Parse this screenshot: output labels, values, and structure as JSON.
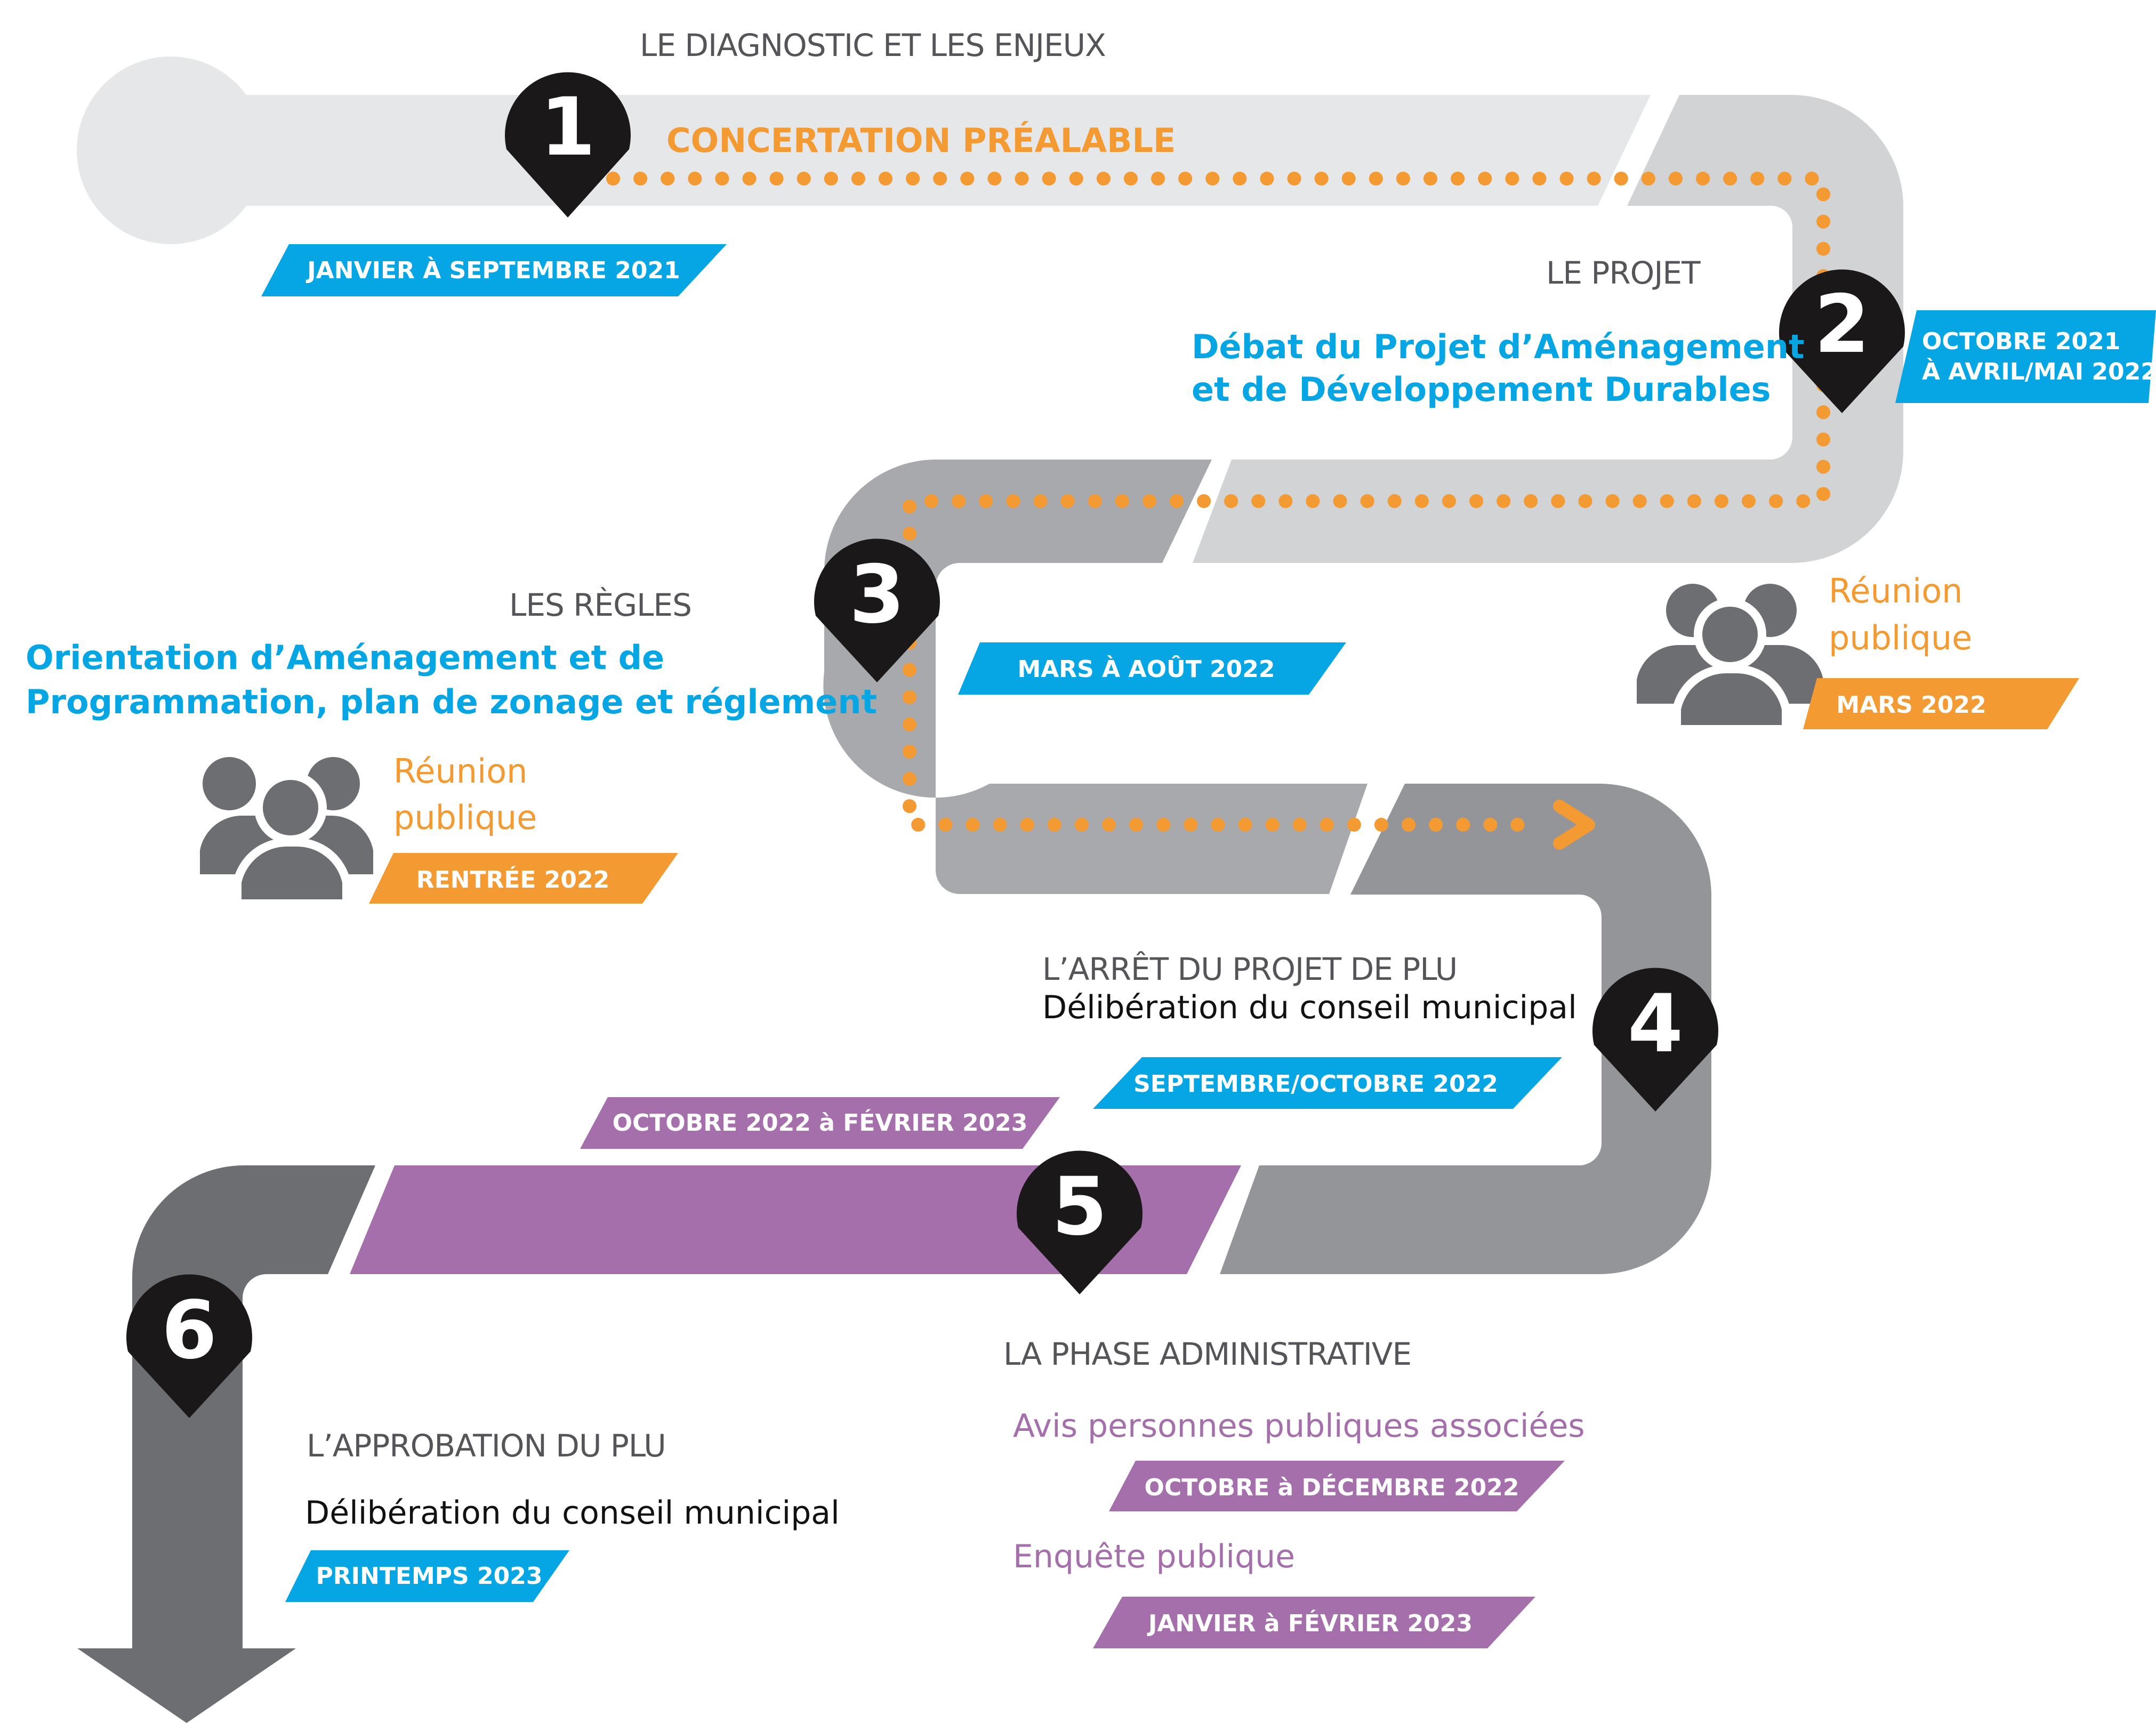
{
  "colors": {
    "road_light": "#e6e7e9",
    "road_mid": "#d2d3d5",
    "road_gray": "#a7a9ac",
    "road_dark": "#939598",
    "road_darkest": "#6d6e71",
    "purple": "#a46fab",
    "orange": "#f39a32",
    "blue": "#06a6e4",
    "pin": "#1a1818"
  },
  "steps": [
    {
      "number": "1",
      "heading": "LE DIAGNOSTIC ET LES ENJEUX",
      "subtitle": "CONCERTATION PRÉALABLE",
      "badge": "JANVIER À SEPTEMBRE 2021"
    },
    {
      "number": "2",
      "heading": "LE PROJET",
      "subtitle_line1": "Débat  du Projet d’Aménagement",
      "subtitle_line2": "et de Développement Durables",
      "badge_line1": "OCTOBRE 2021",
      "badge_line2": "À AVRIL/MAI 2022"
    },
    {
      "number": "3",
      "heading": "LES RÈGLES",
      "subtitle_line1": "Orientation d’Aménagement et de",
      "subtitle_line2": "Programmation, plan de zonage et réglement",
      "badge": "MARS À AOÛT 2022"
    },
    {
      "number": "4",
      "heading": "L’ARRÊT DU PROJET DE PLU",
      "subtitle": "Délibération  du conseil municipal",
      "badge": "SEPTEMBRE/OCTOBRE 2022"
    },
    {
      "number": "5",
      "heading": "LA PHASE ADMINISTRATIVE",
      "badge": "OCTOBRE 2022 à  FÉVRIER 2023",
      "item1": "Avis personnes publiques associées",
      "item1_badge": "OCTOBRE  à  DÉCEMBRE 2022",
      "item2": "Enquête publique",
      "item2_badge": "JANVIER à  FÉVRIER 2023"
    },
    {
      "number": "6",
      "heading": "L’APPROBATION DU PLU",
      "subtitle": "Délibération  du conseil municipal",
      "badge": "PRINTEMPS 2023"
    }
  ],
  "meetings": [
    {
      "line1": "Réunion",
      "line2": "publique",
      "badge": "MARS 2022",
      "icon": "people-group-icon"
    },
    {
      "line1": "Réunion",
      "line2": "publique",
      "badge": "RENTRÉE 2022",
      "icon": "people-group-icon"
    }
  ]
}
